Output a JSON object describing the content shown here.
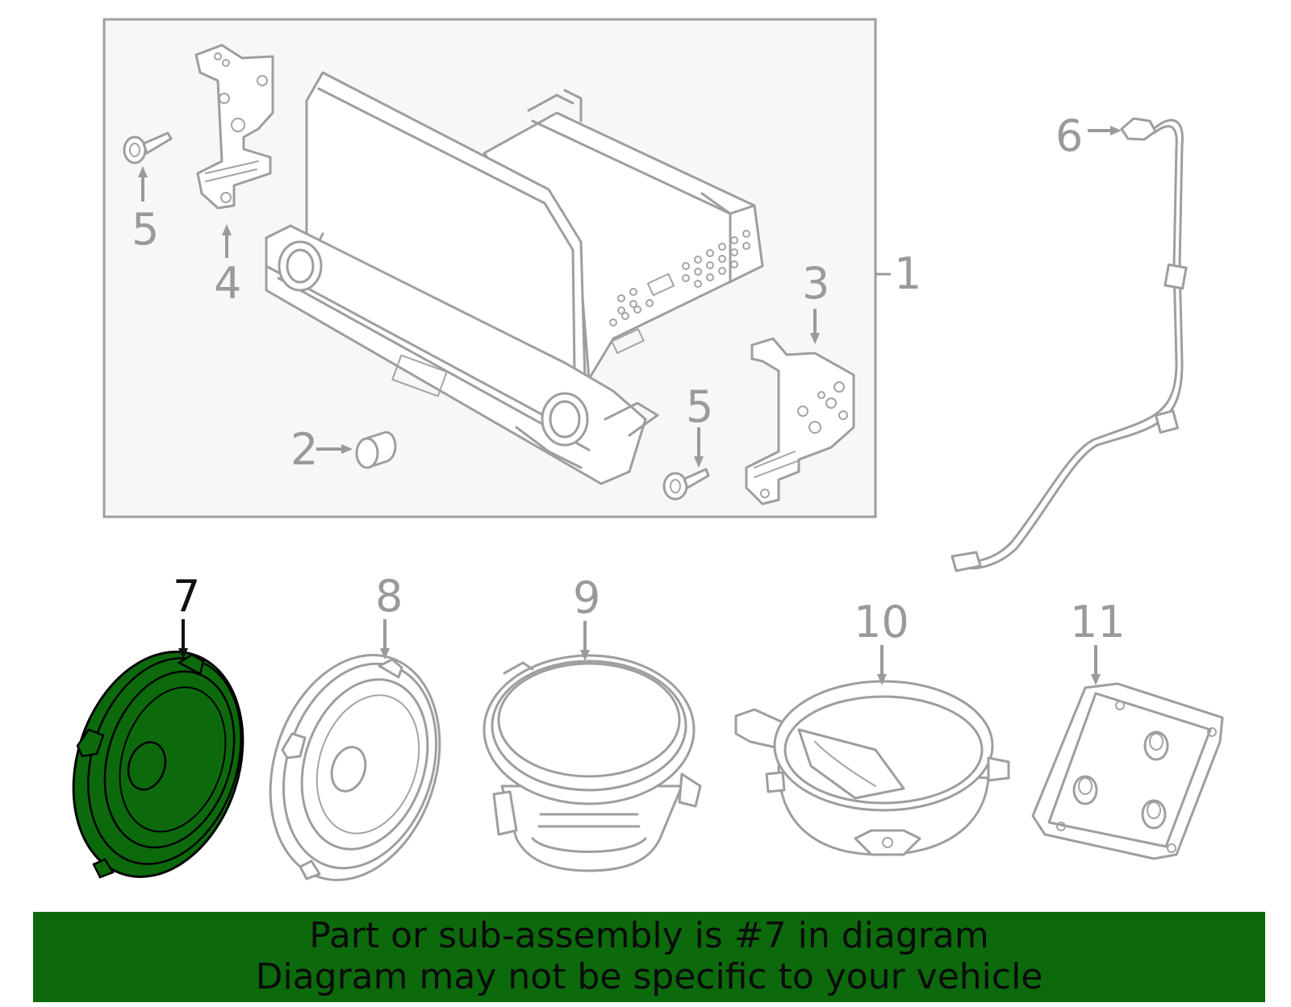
{
  "callouts": {
    "c1": "1",
    "c2": "2",
    "c3": "3",
    "c4": "4",
    "c5a": "5",
    "c5b": "5",
    "c6": "6",
    "c7": "7",
    "c8": "8",
    "c9": "9",
    "c10": "10",
    "c11": "11"
  },
  "highlighted_part": "7",
  "colors": {
    "highlight_fill": "#0c6a0c",
    "banner_background": "#0c6a0c",
    "line_gray": "#9e9e9e",
    "assembly_box_fill": "#f7f7f7"
  },
  "banner": {
    "line1": "Part or sub-assembly is #7 in diagram",
    "line2": "Diagram may not be specific to your vehicle"
  }
}
